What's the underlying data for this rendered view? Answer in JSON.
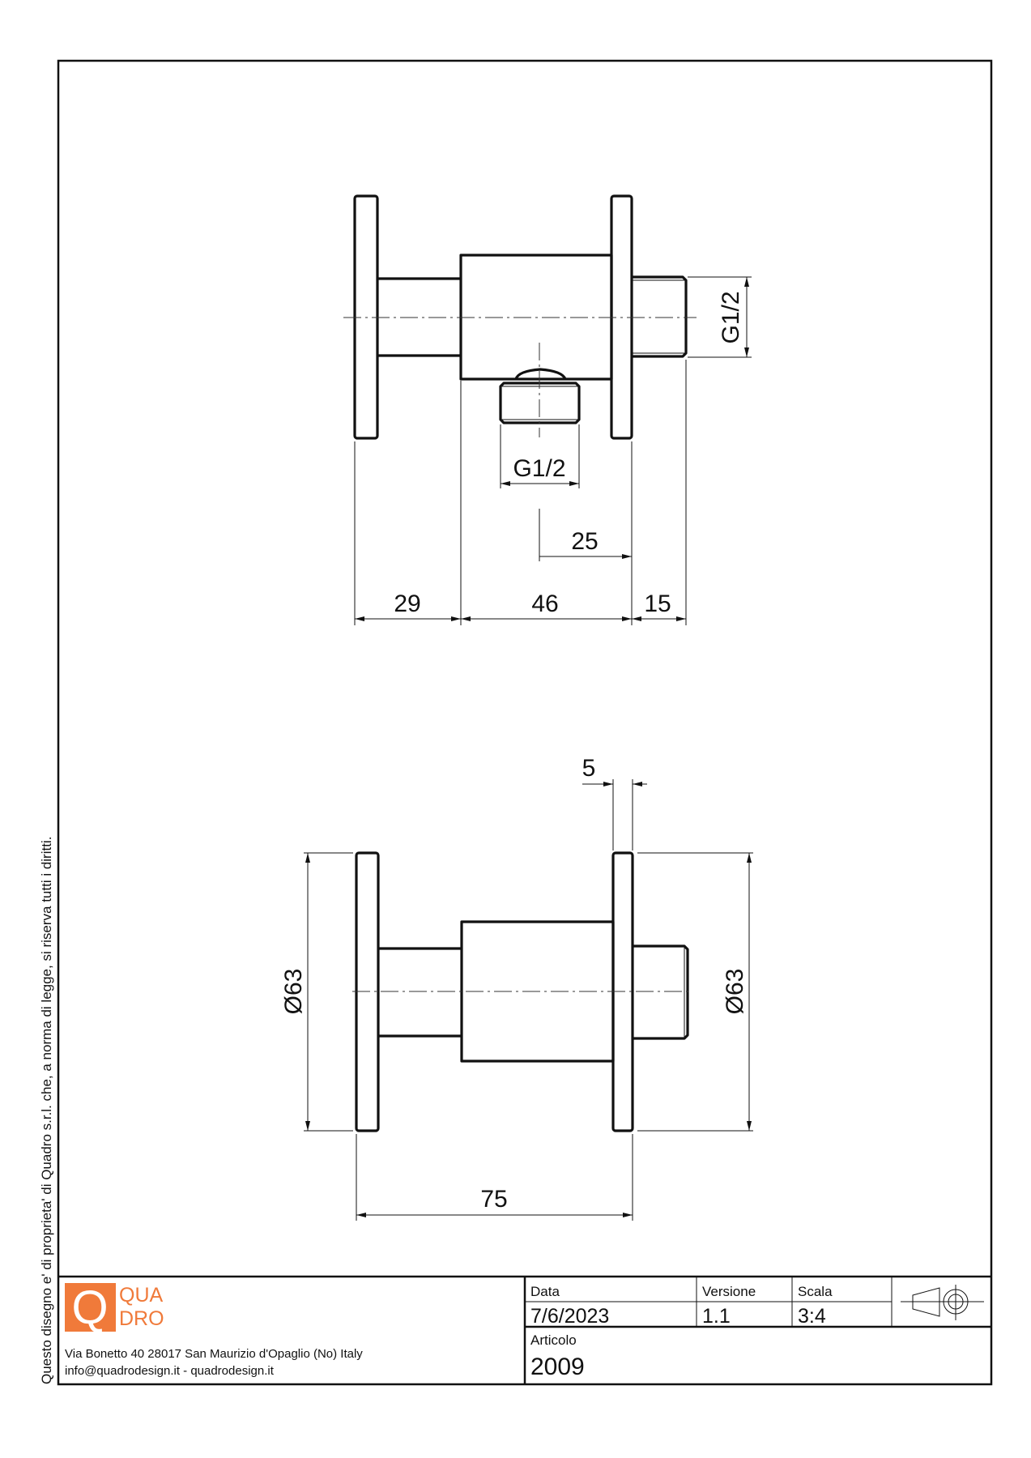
{
  "side_note": "Questo disegno e' di proprieta' di Quadro s.r.l. che, a norma di legge, si riserva tutti i diritti.",
  "logo": {
    "letter": "Q",
    "line1": "QUA",
    "line2": "DRO",
    "color": "#f07a3a"
  },
  "company": {
    "address": "Via Bonetto 40  28017 San Maurizio d'Opaglio (No) Italy",
    "contact": "info@quadrodesign.it  -  quadrodesign.it"
  },
  "title_block": {
    "data_label": "Data",
    "data_value": "7/6/2023",
    "version_label": "Versione",
    "version_value": "1.1",
    "scale_label": "Scala",
    "scale_value": "3:4",
    "article_label": "Articolo",
    "article_value": "2009",
    "projection_icon": "first-angle-projection-icon"
  },
  "top_view": {
    "thread_side": "G1/2",
    "thread_bottom": "G1/2",
    "offset": "25",
    "dim_a": "29",
    "dim_b": "46",
    "dim_c": "15"
  },
  "bottom_view": {
    "flange_thickness": "5",
    "diam_left": "Ø63",
    "diam_right": "Ø63",
    "overall_length": "75"
  }
}
